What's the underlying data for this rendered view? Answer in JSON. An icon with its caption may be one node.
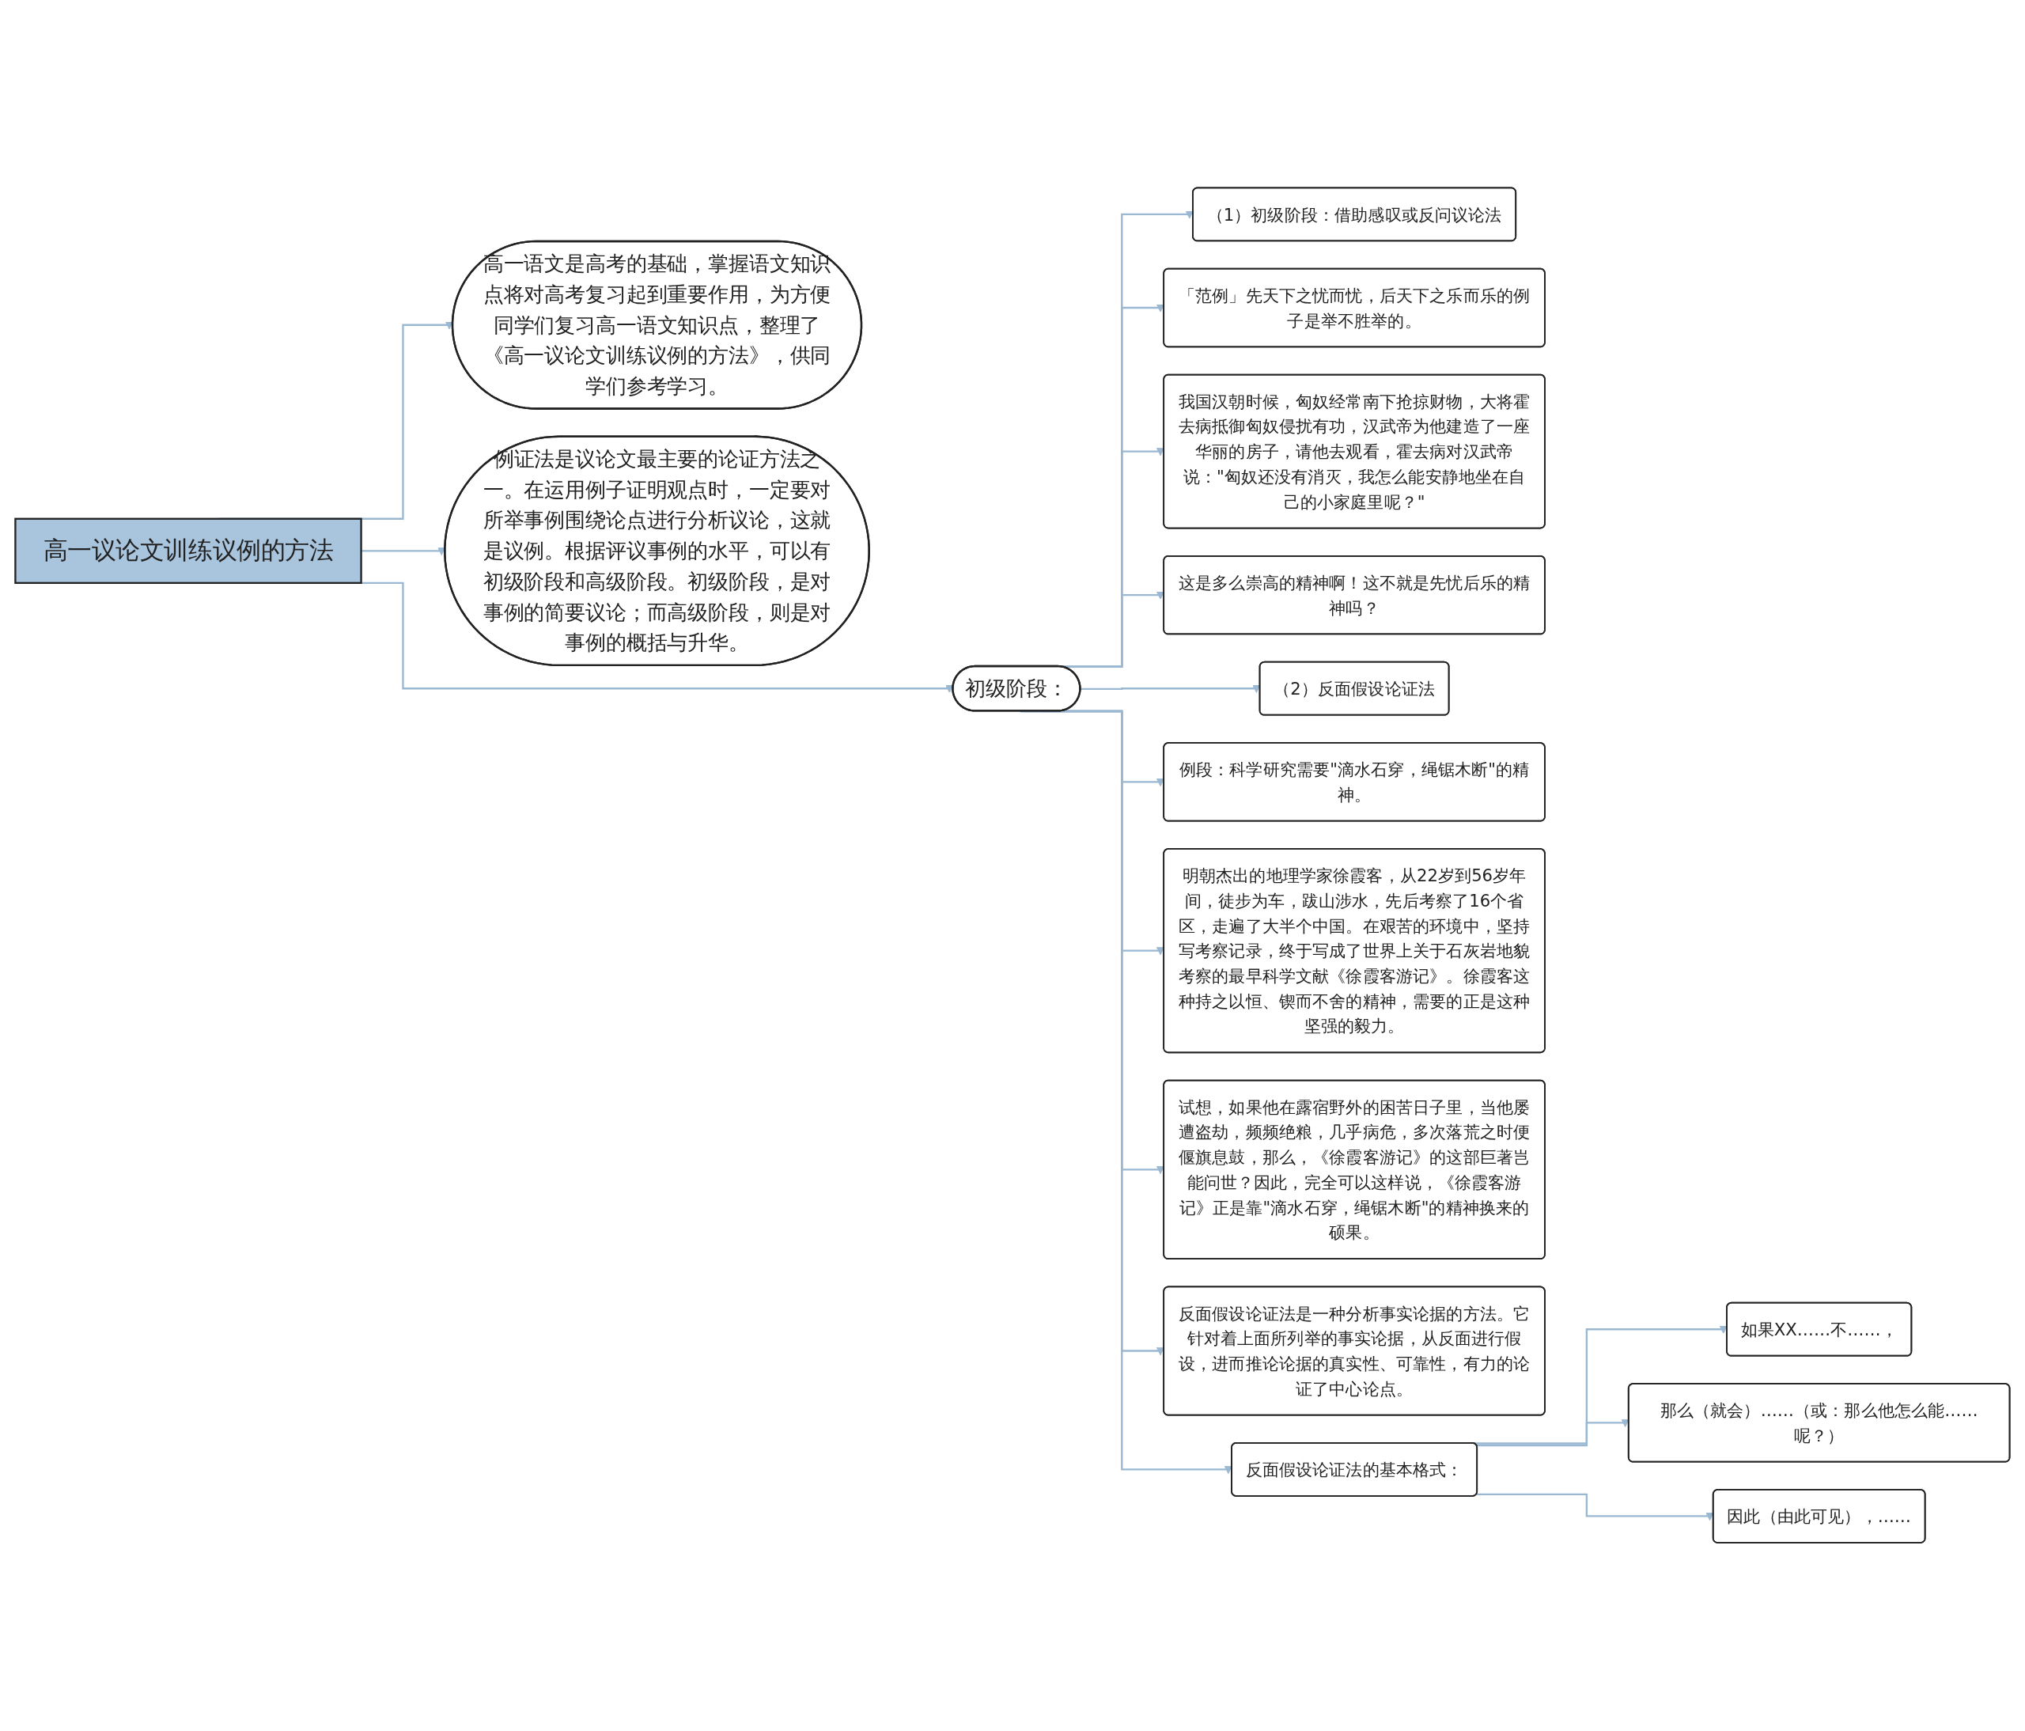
{
  "diagram": {
    "nodes": [
      {
        "text": [
          "高一议论文训练议例的方法"
        ]
      },
      {
        "text": [
          "高一语文是高考的基础，掌握语文知识点将对高考复习起到重要作用，为方便同学们复习高一语文知识点，整理了《高一议论文训练议例的方法》，供同学们参考学习。"
        ]
      },
      {
        "text": [
          "例证法是议论文最主要的论证方法之一。在运用例子证明观点时，一定要对所举事例围绕论点进行分析议论，这就是议例。根据评议事例的水平，可以有初级阶段和高级阶段。初级阶段，是对事例的简要议论；而高级阶段，则是对事例的概括与升华。"
        ]
      },
      {
        "text": [
          "初级阶段："
        ]
      },
      {
        "text": [
          "（1）初级阶段：借助感叹或反问议论法"
        ]
      },
      {
        "text": [
          "「范例」先天下之忧而忧，后天下之乐而乐的例子是举不胜举的。"
        ]
      },
      {
        "text": [
          "我国汉朝时候，匈奴经常南下抢掠财物，大将霍去病抵御匈奴侵扰有功，汉武帝为他建造了一座华丽的房子，请他去观看，霍去病对汉武帝说：\"匈奴还没有消灭，我怎么能安静地坐在自己的小家庭里呢？\""
        ]
      },
      {
        "text": [
          "这是多么崇高的精神啊！这不就是先忧后乐的精神吗？"
        ]
      },
      {
        "text": [
          "（2）反面假设论证法"
        ]
      },
      {
        "text": [
          "例段：科学研究需要\"滴水石穿，绳锯木断\"的精神。"
        ]
      },
      {
        "text": [
          "明朝杰出的地理学家徐霞客，从22岁到56岁年间，徒步为车，跋山涉水，先后考察了16个省区，走遍了大半个中国。在艰苦的环境中，坚持写考察记录，终于写成了世界上关于石灰岩地貌考察的最早科学文献《徐霞客游记》。徐霞客这种持之以恒、锲而不舍的精神，需要的正是这种坚强的毅力。"
        ]
      },
      {
        "text": [
          "试想，如果他在露宿野外的困苦日子里，当他屡遭盗劫，频频绝粮，几乎病危，多次落荒之时便偃旗息鼓，那么，《徐霞客游记》的这部巨著岂能问世？因此，完全可以这样说，《徐霞客游记》正是靠\"滴水石穿，绳锯木断\"的精神换来的硕果。"
        ]
      },
      {
        "text": [
          "反面假设论证法是一种分析事实论据的方法。它针对着上面所列举的事实论据，从反面进行假设，进而推论论据的真实性、可靠性，有力的论证了中心论点。"
        ]
      },
      {
        "text": [
          "反面假设论证法的基本格式："
        ]
      },
      {
        "text": [
          "如果XX……不……，"
        ]
      },
      {
        "text": [
          "那么（就会）……（或：那么他怎么能……呢？）"
        ]
      },
      {
        "text": [
          "因此（由此可见），……"
        ]
      }
    ],
    "edges": [
      {
        "from": 0,
        "to": 1,
        "arrow": "to"
      },
      {
        "from": 0,
        "to": 2,
        "arrow": "to"
      },
      {
        "from": 0,
        "to": 3,
        "arrow": "to"
      },
      {
        "from": 3,
        "to": 4,
        "arrow": "to"
      },
      {
        "from": 3,
        "to": 5,
        "arrow": "to"
      },
      {
        "from": 3,
        "to": 6,
        "arrow": "to"
      },
      {
        "from": 3,
        "to": 7,
        "arrow": "to"
      },
      {
        "from": 3,
        "to": 8,
        "arrow": "to"
      },
      {
        "from": 3,
        "to": 9,
        "arrow": "to"
      },
      {
        "from": 3,
        "to": 10,
        "arrow": "to"
      },
      {
        "from": 3,
        "to": 11,
        "arrow": "to"
      },
      {
        "from": 3,
        "to": 12,
        "arrow": "to"
      },
      {
        "from": 3,
        "to": 13,
        "arrow": "to"
      },
      {
        "from": 13,
        "to": 14,
        "arrow": "to"
      },
      {
        "from": 13,
        "to": 15,
        "arrow": "to"
      },
      {
        "from": 13,
        "to": 16,
        "arrow": "to"
      }
    ]
  }
}
